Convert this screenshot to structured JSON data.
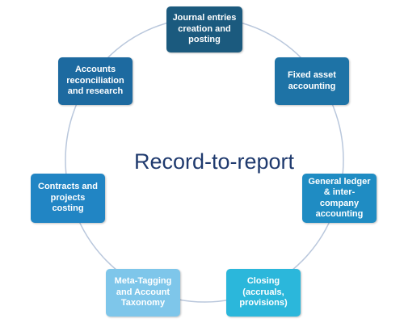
{
  "diagram": {
    "center_title": "Record-to-report",
    "ring_color": "#b9c7dc",
    "title_color": "#1f3a6e",
    "nodes": [
      {
        "label": "Journal entries creation and posting",
        "lines": [
          "Journal entries",
          "creation and",
          "posting"
        ],
        "color": "#1b5a7e"
      },
      {
        "label": "Fixed asset accounting",
        "lines": [
          "Fixed asset",
          "accounting"
        ],
        "color": "#1e73a6"
      },
      {
        "label": "General ledger & inter-company accounting",
        "lines": [
          "General ledger",
          "& inter-",
          "company",
          "accounting"
        ],
        "color": "#1f8cc3"
      },
      {
        "label": "Closing (accruals, provisions)",
        "lines": [
          "Closing",
          "(accruals,",
          "provisions)"
        ],
        "color": "#2bb7db"
      },
      {
        "label": "Meta-Tagging and Account Taxonomy",
        "lines": [
          "Meta-Tagging",
          "and Account",
          "Taxonomy"
        ],
        "color": "#7ec6ea"
      },
      {
        "label": "Contracts and projects costing",
        "lines": [
          "Contracts and",
          "projects",
          "costing"
        ],
        "color": "#2185c4"
      },
      {
        "label": "Accounts reconciliation and research",
        "lines": [
          "Accounts",
          "reconciliation",
          "and research"
        ],
        "color": "#1d6aa0"
      }
    ]
  }
}
